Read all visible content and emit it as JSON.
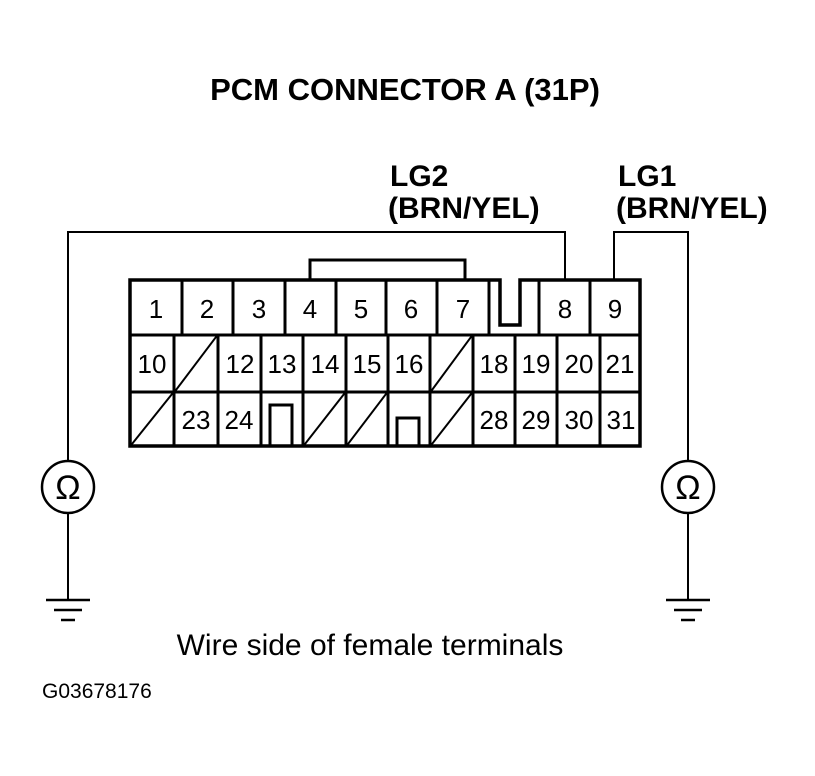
{
  "title": "PCM CONNECTOR A (31P)",
  "wires": {
    "lg2": {
      "name": "LG2",
      "color": "(BRN/YEL)"
    },
    "lg1": {
      "name": "LG1",
      "color": "(BRN/YEL)"
    }
  },
  "pins": {
    "row1": [
      "1",
      "2",
      "3",
      "4",
      "5",
      "6",
      "7",
      "8",
      "9"
    ],
    "row2": [
      "10",
      "12",
      "13",
      "14",
      "15",
      "16",
      "18",
      "19",
      "20",
      "21"
    ],
    "row3": [
      "23",
      "24",
      "28",
      "29",
      "30",
      "31"
    ]
  },
  "meter_symbol": "Ω",
  "caption": "Wire side of female terminals",
  "figure_code": "G03678176"
}
